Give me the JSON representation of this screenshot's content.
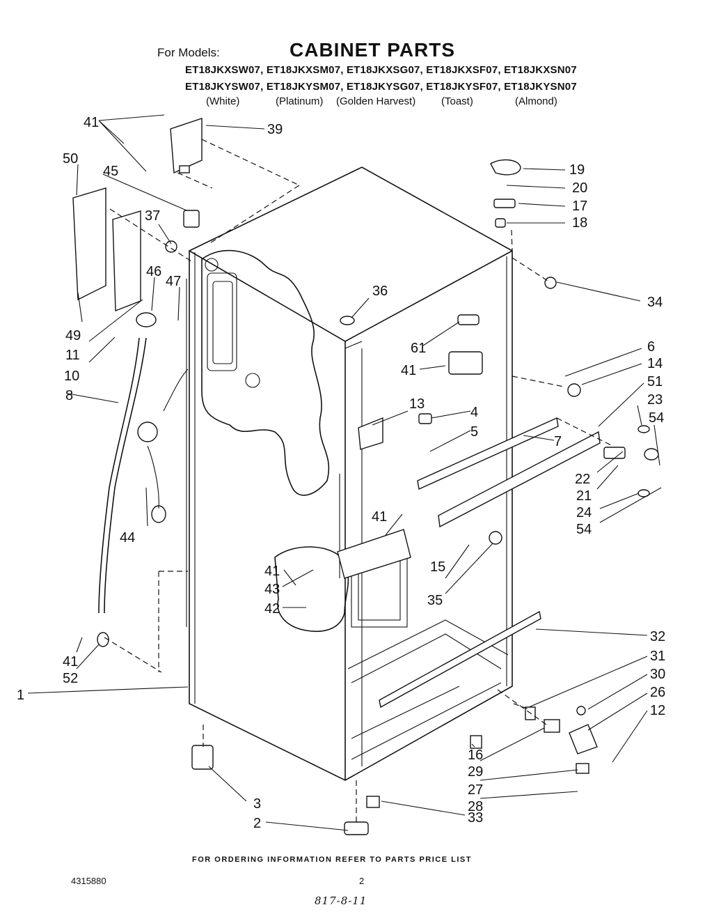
{
  "header": {
    "for_models": "For Models:",
    "title": "CABINET PARTS",
    "models_row_1": "ET18JKXSW07, ET18JKXSM07, ET18JKXSG07, ET18JKXSF07, ET18JKXSN07",
    "models_row_2": "ET18JKYSW07, ET18JKYSM07, ET18JKYSG07, ET18JKYSF07, ET18JKYSN07",
    "colors": [
      "(White)",
      "(Platinum)",
      "(Golden Harvest)",
      "(Toast)",
      "(Almond)"
    ]
  },
  "callouts": [
    "41",
    "39",
    "50",
    "45",
    "37",
    "19",
    "20",
    "17",
    "18",
    "46",
    "47",
    "34",
    "36",
    "49",
    "61",
    "6",
    "11",
    "41",
    "14",
    "10",
    "51",
    "8",
    "13",
    "4",
    "23",
    "5",
    "54",
    "7",
    "22",
    "21",
    "44",
    "41",
    "24",
    "54",
    "15",
    "41",
    "35",
    "43",
    "42",
    "32",
    "31",
    "41",
    "30",
    "52",
    "26",
    "1",
    "12",
    "16",
    "29",
    "27",
    "3",
    "28",
    "33",
    "2"
  ],
  "footer": {
    "ordering_note": "FOR ORDERING INFORMATION REFER TO PARTS PRICE LIST",
    "doc_number": "4315880",
    "page_number": "2",
    "handwritten_code": "817-8-11"
  }
}
